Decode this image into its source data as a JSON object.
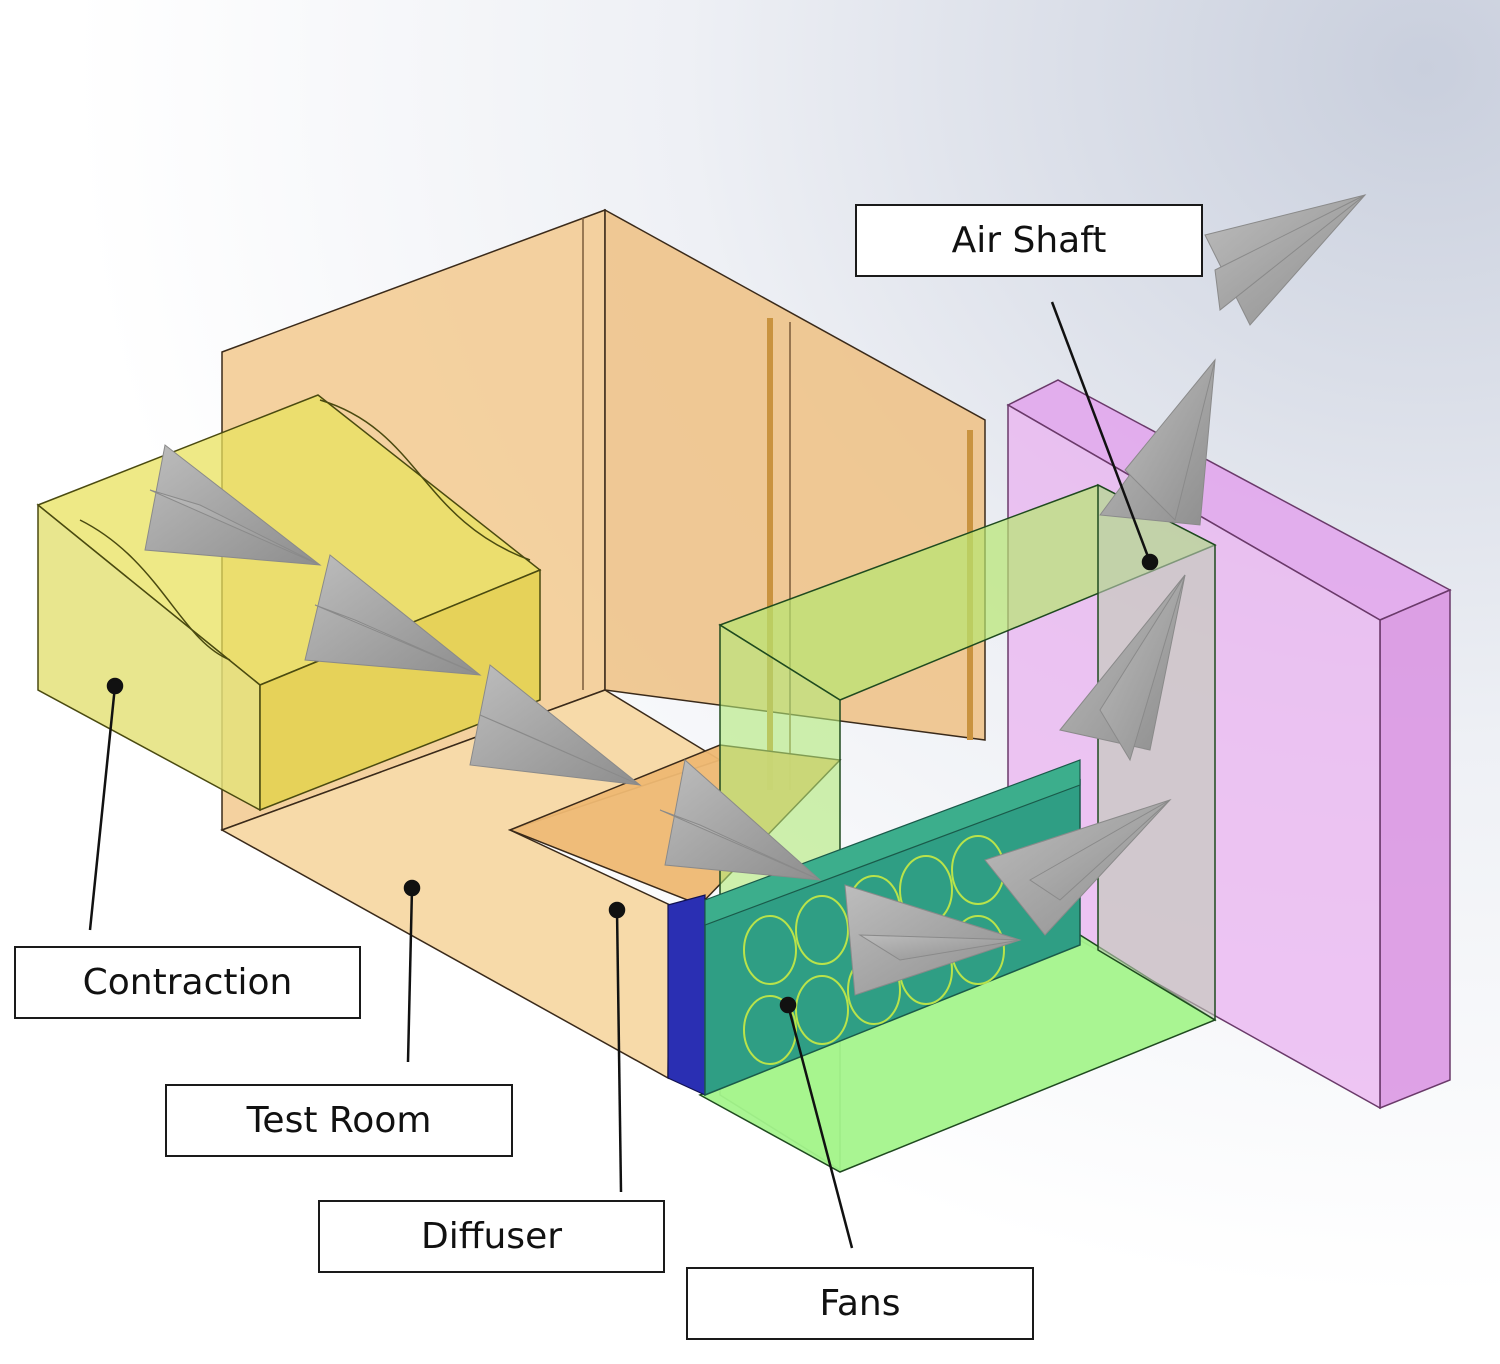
{
  "labels": {
    "air_shaft": "Air Shaft",
    "contraction": "Contraction",
    "test_room": "Test Room",
    "diffuser": "Diffuser",
    "fans": "Fans"
  },
  "colors": {
    "background_top": "#d6dbe6",
    "room_wall": "#f2c990",
    "room_floor": "#f6d7a2",
    "contraction": "#e6e36a",
    "diffuser": "#eeb870",
    "fan_section": "#a6f28a",
    "fan_panel": "#2f9e84",
    "fan_side": "#2a2fb3",
    "air_shaft": "#e6a0ee",
    "flow_arrow": "#a3a3a3",
    "leader_line": "#111111"
  }
}
